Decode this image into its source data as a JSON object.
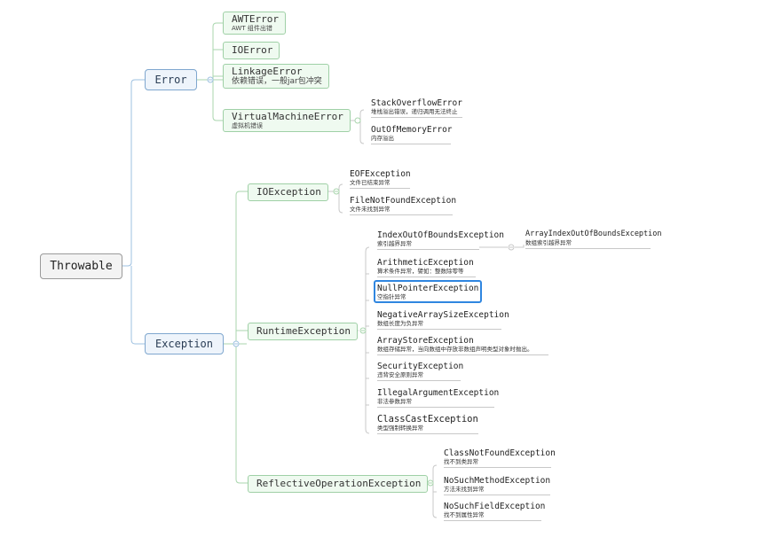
{
  "root": "Throwable",
  "error": {
    "label": "Error",
    "awt": {
      "name": "AWTError",
      "desc": "AWT 组件出错"
    },
    "io": {
      "name": "IOError"
    },
    "linkage": {
      "name": "LinkageError",
      "desc": "依赖错误，一般jar包冲突"
    },
    "vm": {
      "name": "VirtualMachineError",
      "desc": "虚拟机错误"
    },
    "stack": {
      "name": "StackOverflowError",
      "desc": "堆栈溢出错误，递归调用无法终止"
    },
    "oom": {
      "name": "OutOfMemoryError",
      "desc": "内存溢出"
    }
  },
  "exception": {
    "label": "Exception",
    "ioex": {
      "name": "IOException"
    },
    "eof": {
      "name": "EOFException",
      "desc": "文件已结束异常"
    },
    "fnf": {
      "name": "FileNotFoundException",
      "desc": "文件未找到异常"
    },
    "runtime": {
      "name": "RuntimeException"
    },
    "ioob": {
      "name": "IndexOutOfBoundsException",
      "desc": "索引越界异常"
    },
    "aioob": {
      "name": "ArrayIndexOutOfBoundsException",
      "desc": "数组索引越界异常"
    },
    "arith": {
      "name": "ArithmeticException",
      "desc": "算术条件异常，譬如：整数除零等"
    },
    "npe": {
      "name": "NullPointerException",
      "desc": "空指针异常"
    },
    "nase": {
      "name": "NegativeArraySizeException",
      "desc": "数组长度为负异常"
    },
    "ase": {
      "name": "ArrayStoreException",
      "desc": "数组存储异常，当向数组中存放非数组声明类型对象时抛出。"
    },
    "sec": {
      "name": "SecurityException",
      "desc": "违背安全原则异常"
    },
    "iae": {
      "name": "IllegalArgumentException",
      "desc": "非法参数异常"
    },
    "cce": {
      "name": "ClassCastException",
      "desc": "类型强制转换异常"
    },
    "reflect": {
      "name": "ReflectiveOperationException"
    },
    "cnf": {
      "name": "ClassNotFoundException",
      "desc": "找不到类异常"
    },
    "nsm": {
      "name": "NoSuchMethodException",
      "desc": "方法未找到异常"
    },
    "nsf": {
      "name": "NoSuchFieldException",
      "desc": "找不到属性异常"
    }
  }
}
